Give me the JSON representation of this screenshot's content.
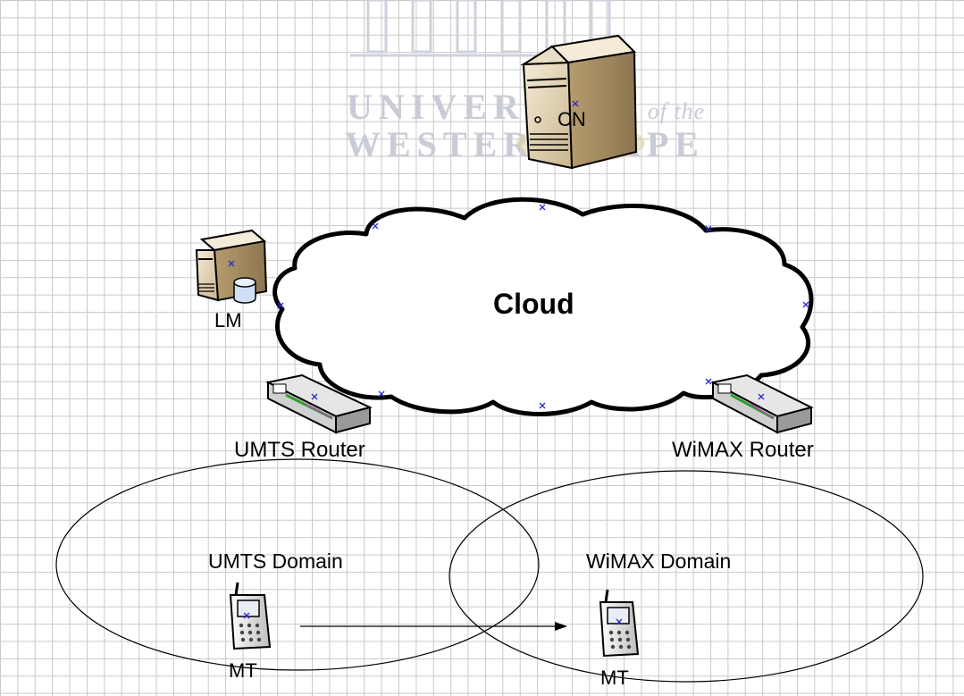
{
  "watermark": {
    "line1": "UNIVERSITY",
    "line1_suffix": "of the",
    "line2": "WESTERN CAPE"
  },
  "nodes": {
    "cn": "CN",
    "cloud": "Cloud",
    "lm": "LM",
    "umts_router": "UMTS Router",
    "wimax_router": "WiMAX Router",
    "umts_domain": "UMTS Domain",
    "wimax_domain": "WiMAX Domain",
    "mt_left": "MT",
    "mt_right": "MT"
  },
  "icons": [
    "server-icon",
    "database-server-icon",
    "router-icon",
    "mobile-phone-icon",
    "cloud-shape"
  ],
  "colors": {
    "grid": "#c9c9c9",
    "server_body": "#e9dcc0",
    "watermark": "#c9cbd6",
    "connector_mark": "#2a2ad0"
  }
}
